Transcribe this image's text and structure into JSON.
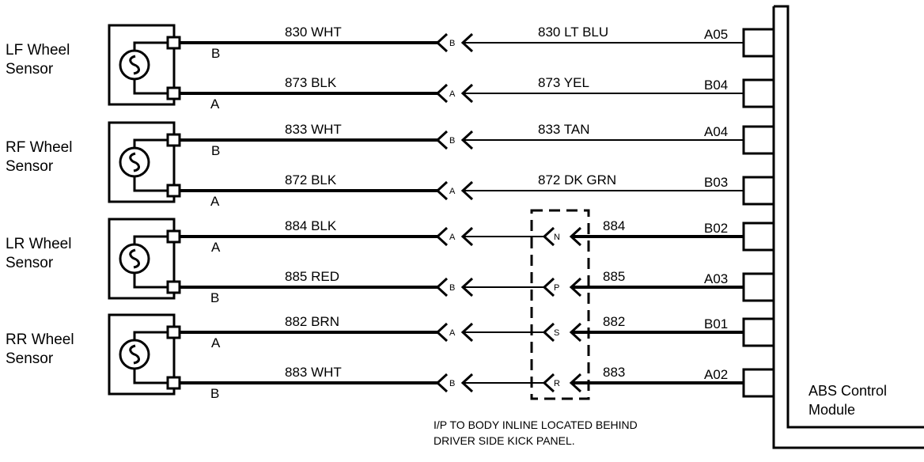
{
  "sensors": [
    {
      "label_line1": "LF Wheel",
      "label_line2": "Sensor",
      "wires": [
        {
          "term": "B",
          "left": "830 WHT",
          "conn": "B",
          "right": "830 LT BLU",
          "pin": "A05"
        },
        {
          "term": "A",
          "left": "873 BLK",
          "conn": "A",
          "right": "873  YEL",
          "pin": "B04"
        }
      ]
    },
    {
      "label_line1": "RF Wheel",
      "label_line2": "Sensor",
      "wires": [
        {
          "term": "B",
          "left": "833 WHT",
          "conn": "B",
          "right": "833 TAN",
          "pin": "A04"
        },
        {
          "term": "A",
          "left": "872 BLK",
          "conn": "A",
          "right": "872 DK GRN",
          "pin": "B03"
        }
      ]
    },
    {
      "label_line1": "LR Wheel",
      "label_line2": "Sensor",
      "wires": [
        {
          "term": "A",
          "left": "884 BLK",
          "conn": "A",
          "inline": "N",
          "right": "884",
          "pin": "B02"
        },
        {
          "term": "B",
          "left": "885 RED",
          "conn": "B",
          "inline": "P",
          "right": "885",
          "pin": "A03"
        }
      ]
    },
    {
      "label_line1": "RR Wheel",
      "label_line2": "Sensor",
      "wires": [
        {
          "term": "A",
          "left": "882 BRN",
          "conn": "A",
          "inline": "S",
          "right": "882",
          "pin": "B01"
        },
        {
          "term": "B",
          "left": "883 WHT",
          "conn": "B",
          "inline": "R",
          "right": "883",
          "pin": "A02"
        }
      ]
    }
  ],
  "module": {
    "line1": "ABS Control",
    "line2": "Module"
  },
  "inline_note": {
    "line1": "I/P TO BODY INLINE LOCATED BEHIND",
    "line2": "DRIVER SIDE KICK PANEL."
  }
}
